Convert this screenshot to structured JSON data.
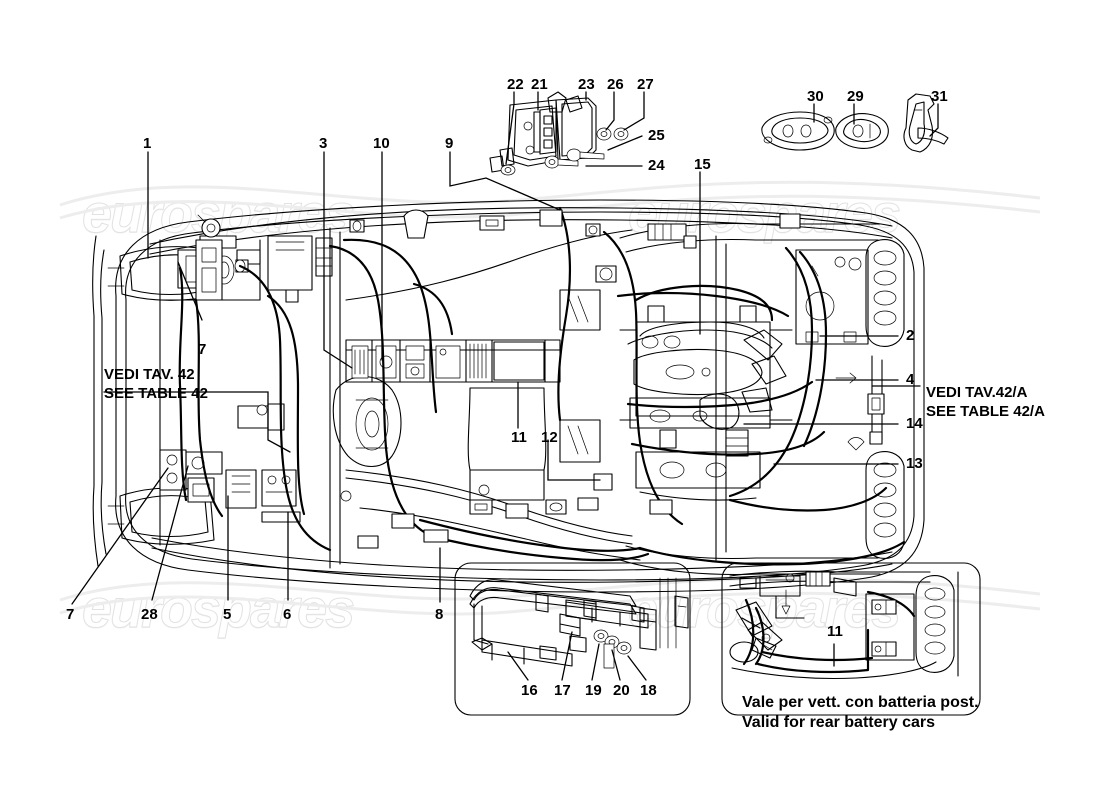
{
  "diagram": {
    "title": "Electrical System - Ferrari Parts Diagram (plan view)",
    "type": "exploded-parts-diagram",
    "watermark_text": "eurospares",
    "line_color": "#000000",
    "background_color": "#ffffff",
    "watermark_color": "#ececec"
  },
  "watermarks": [
    {
      "text": "eurospares"
    },
    {
      "text": "eurospares"
    },
    {
      "text": "eurospares"
    },
    {
      "text": "eurospares"
    }
  ],
  "notes": {
    "left_ref": {
      "line1": "VEDI TAV. 42",
      "line2": "SEE TABLE 42"
    },
    "right_ref": {
      "line1": "VEDI TAV.42/A",
      "line2": "SEE TABLE 42/A"
    },
    "rear_battery": {
      "line1": "Vale per vett. con batteria post.",
      "line2": "Valid for rear battery cars"
    }
  },
  "callouts": [
    {
      "n": "1"
    },
    {
      "n": "2"
    },
    {
      "n": "3"
    },
    {
      "n": "4"
    },
    {
      "n": "5"
    },
    {
      "n": "6"
    },
    {
      "n": "7"
    },
    {
      "n": "7"
    },
    {
      "n": "8"
    },
    {
      "n": "9"
    },
    {
      "n": "10"
    },
    {
      "n": "11"
    },
    {
      "n": "11"
    },
    {
      "n": "12"
    },
    {
      "n": "13"
    },
    {
      "n": "14"
    },
    {
      "n": "15"
    },
    {
      "n": "16"
    },
    {
      "n": "17"
    },
    {
      "n": "18"
    },
    {
      "n": "19"
    },
    {
      "n": "20"
    },
    {
      "n": "21"
    },
    {
      "n": "22"
    },
    {
      "n": "23"
    },
    {
      "n": "24"
    },
    {
      "n": "25"
    },
    {
      "n": "26"
    },
    {
      "n": "27"
    },
    {
      "n": "28"
    },
    {
      "n": "29"
    },
    {
      "n": "30"
    },
    {
      "n": "31"
    }
  ],
  "callout_labels": {
    "c1": "1",
    "c2": "2",
    "c3": "3",
    "c4": "4",
    "c5": "5",
    "c6": "6",
    "c7a": "7",
    "c7b": "7",
    "c8": "8",
    "c9": "9",
    "c10": "10",
    "c11a": "11",
    "c11b": "11",
    "c12": "12",
    "c13": "13",
    "c14": "14",
    "c15": "15",
    "c16": "16",
    "c17": "17",
    "c18": "18",
    "c19": "19",
    "c20": "20",
    "c21": "21",
    "c22": "22",
    "c23": "23",
    "c24": "24",
    "c25": "25",
    "c26": "26",
    "c27": "27",
    "c28": "28",
    "c29": "29",
    "c30": "30",
    "c31": "31"
  }
}
